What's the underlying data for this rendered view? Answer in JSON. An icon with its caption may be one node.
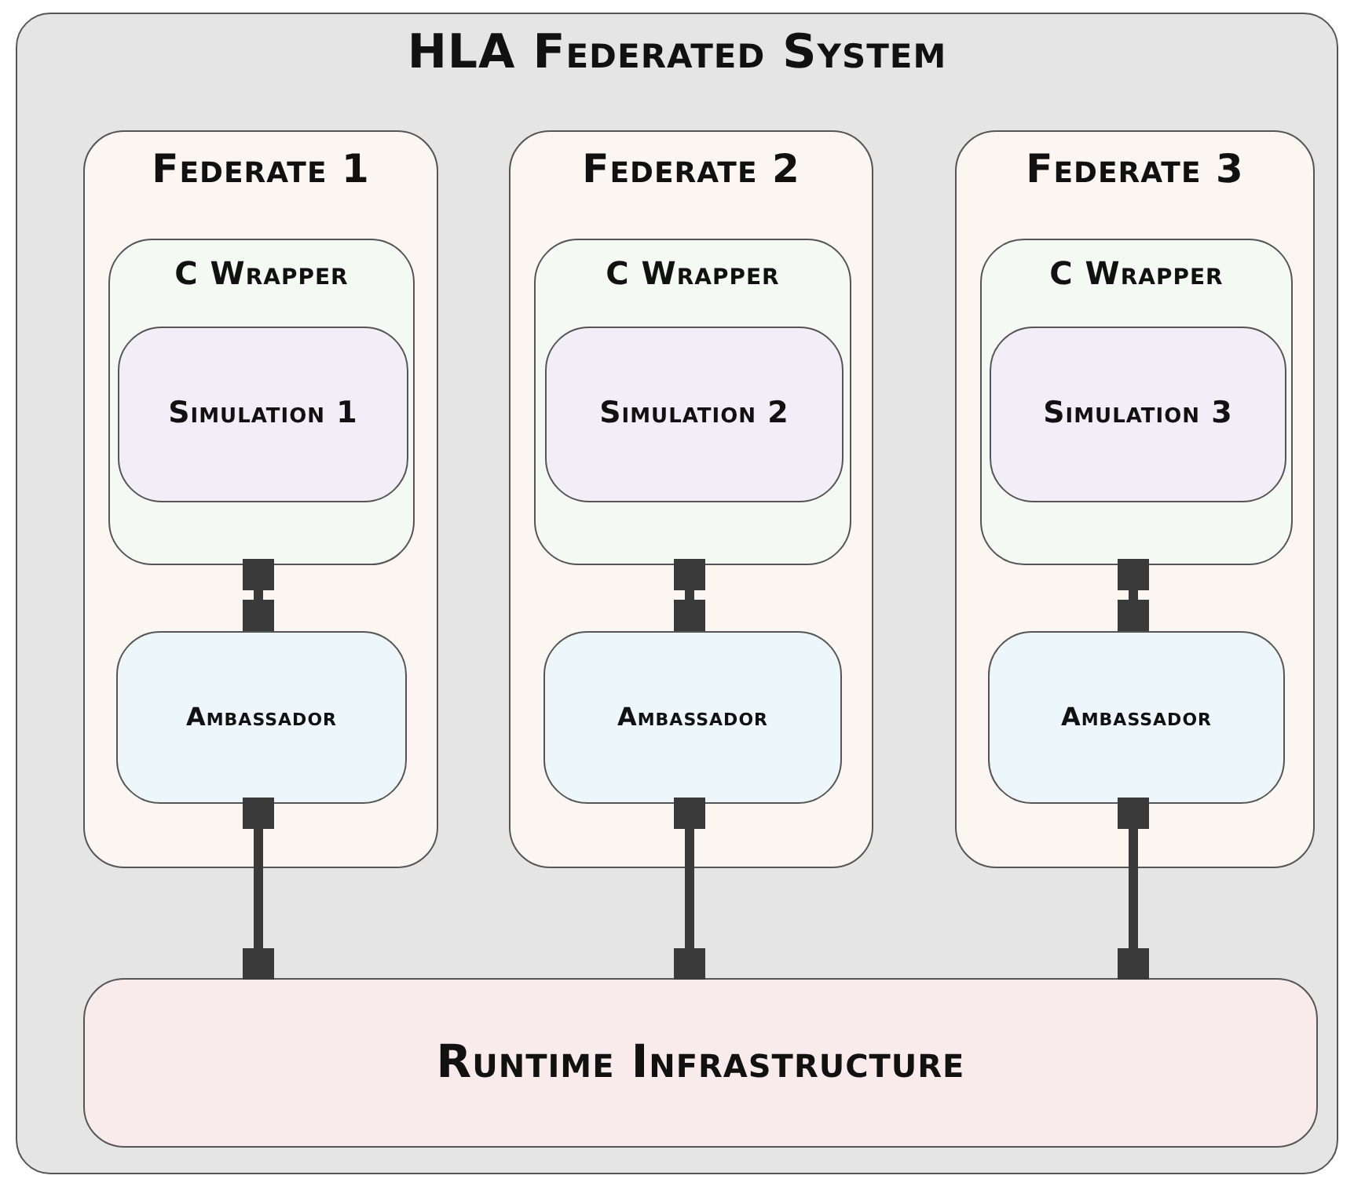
{
  "diagram": {
    "nodes": [
      {
        "text": [
          "HLA Federated System"
        ]
      },
      {
        "text": [
          "Federate 1"
        ],
        "in": 0
      },
      {
        "text": [
          "C Wrapper"
        ],
        "in": 1
      },
      {
        "text": [
          "Simulation 1"
        ],
        "in": 2
      },
      {
        "text": [
          "Ambassador"
        ],
        "in": 1
      },
      {
        "text": [
          "Federate 2"
        ],
        "in": 0
      },
      {
        "text": [
          "C Wrapper"
        ],
        "in": 5
      },
      {
        "text": [
          "Simulation 2"
        ],
        "in": 6
      },
      {
        "text": [
          "Ambassador"
        ],
        "in": 5
      },
      {
        "text": [
          "Federate 3"
        ],
        "in": 0
      },
      {
        "text": [
          "C Wrapper"
        ],
        "in": 9
      },
      {
        "text": [
          "Simulation 3"
        ],
        "in": 10
      },
      {
        "text": [
          "Ambassador"
        ],
        "in": 9
      },
      {
        "text": [
          "Runtime Infrastructure"
        ],
        "in": 0
      }
    ],
    "edges": [
      {
        "from": 2,
        "to": 4,
        "arrow": "other"
      },
      {
        "from": 4,
        "to": 13,
        "arrow": "other"
      },
      {
        "from": 6,
        "to": 8,
        "arrow": "other"
      },
      {
        "from": 8,
        "to": 13,
        "arrow": "other"
      },
      {
        "from": 10,
        "to": 12,
        "arrow": "other"
      },
      {
        "from": 12,
        "to": 13,
        "arrow": "other"
      }
    ]
  }
}
